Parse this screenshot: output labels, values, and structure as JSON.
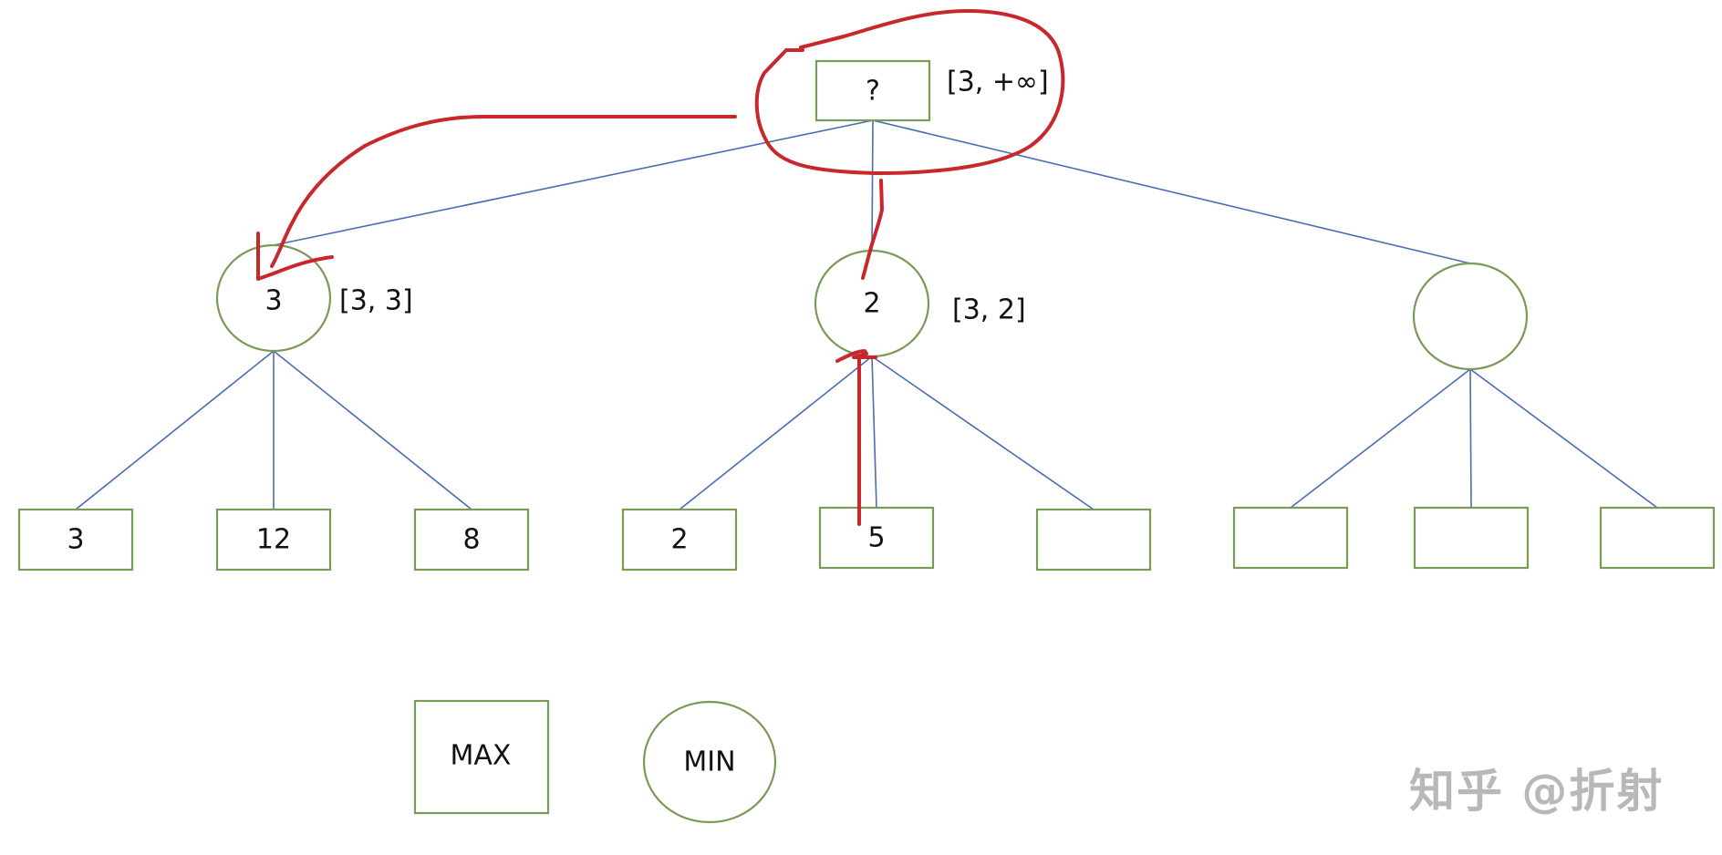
{
  "title": "Alpha-beta pruning game tree (MAX/MIN)",
  "colors": {
    "node_border": "#7a9a5a",
    "edge": "#4a6db0",
    "annotation": "#c8282c",
    "watermark": "#b8b8b8"
  },
  "tree": {
    "root": {
      "type": "MAX",
      "value": "?",
      "range": "[3,   +∞]"
    },
    "min_nodes": [
      {
        "type": "MIN",
        "value": "3",
        "range": "[3,   3]"
      },
      {
        "type": "MIN",
        "value": "2",
        "range": "[3,   2]"
      },
      {
        "type": "MIN",
        "value": "",
        "range": ""
      }
    ],
    "leaves": [
      {
        "parent": 0,
        "value": "3"
      },
      {
        "parent": 0,
        "value": "12"
      },
      {
        "parent": 0,
        "value": "8"
      },
      {
        "parent": 1,
        "value": "2"
      },
      {
        "parent": 1,
        "value": "5"
      },
      {
        "parent": 1,
        "value": ""
      },
      {
        "parent": 2,
        "value": ""
      },
      {
        "parent": 2,
        "value": ""
      },
      {
        "parent": 2,
        "value": ""
      }
    ]
  },
  "legend": {
    "max_label": "MAX",
    "min_label": "MIN"
  },
  "annotations": [
    "red circle around root node",
    "red arrow from root to first MIN node",
    "red line from root toward second MIN node",
    "red arrow from leaf 5 up to second MIN node"
  ],
  "watermark": "知乎 @折射"
}
